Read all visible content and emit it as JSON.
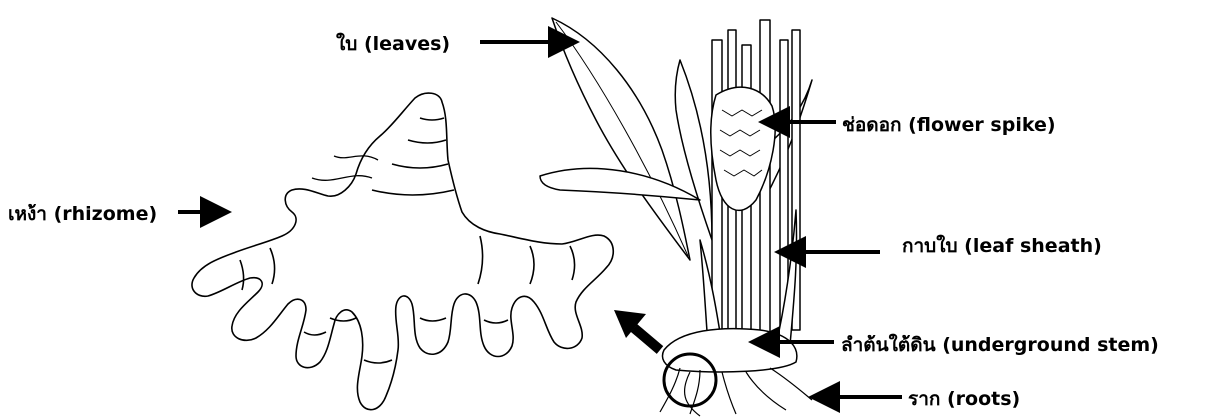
{
  "labels": {
    "leaves": "ใบ (leaves)",
    "flower_spike": "ช่อดอก (flower spike)",
    "rhizome": "เหง้า (rhizome)",
    "leaf_sheath": "กาบใบ (leaf sheath)",
    "underground_stem": "ลำต้นใต้ดิน (underground stem)",
    "roots": "ราก (roots)"
  },
  "colors": {
    "ink": "#000000",
    "background": "#ffffff"
  }
}
